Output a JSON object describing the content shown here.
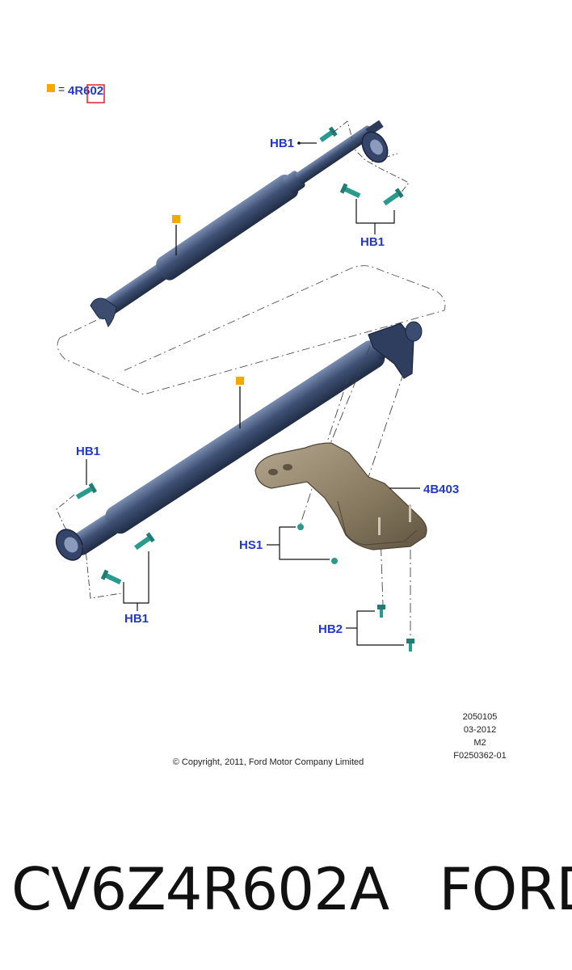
{
  "legend": {
    "symbol_color": "#f5a800",
    "equals": "=",
    "part": "4R602"
  },
  "callouts": {
    "hb1_top": "HB1",
    "hb1_top_pair": "HB1",
    "hb1_left": "HB1",
    "hb1_bottom": "HB1",
    "bracket": "4B403",
    "hs1": "HS1",
    "hb2": "HB2"
  },
  "reference": [
    "2050105",
    "03-2012",
    "M2",
    "F0250362-01"
  ],
  "copyright": "© Copyright, 2011, Ford Motor Company Limited",
  "footer": {
    "part_number": "CV6Z4R602A",
    "brand": "FORD"
  },
  "colors": {
    "shaft": "#3b4c6e",
    "shaft_highlight": "#6a7ea3",
    "fastener": "#2a9a8e",
    "bracket": "#8a7d68",
    "callout_text": "#2438c8",
    "selection_box": "#e0202a"
  }
}
